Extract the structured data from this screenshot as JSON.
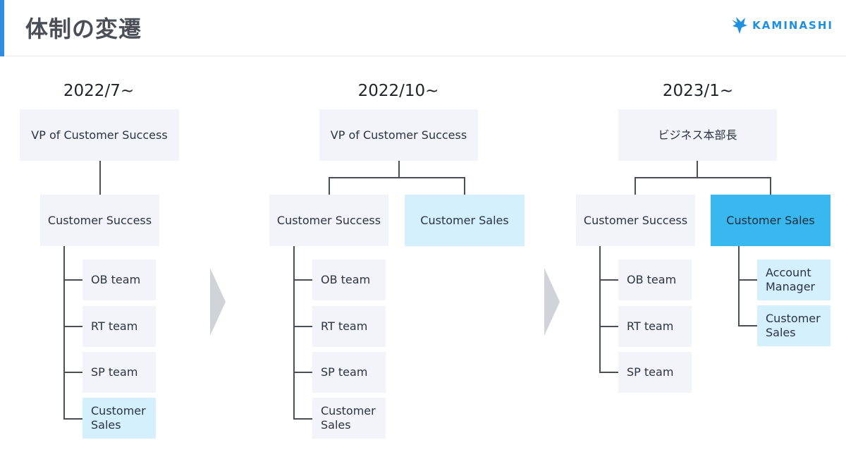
{
  "page": {
    "title": "体制の変遷"
  },
  "logo": {
    "text": "KAMINASHI",
    "icon": "kaminashi-bird-icon",
    "color": "#1f8fe0"
  },
  "colors": {
    "box": "#f2f4fa",
    "highlight": "#d4f0fd",
    "strong": "#38b8ee",
    "line": "#4a4f57",
    "arrow": "#d0d3d8"
  },
  "stages": [
    {
      "period": "2022/7~",
      "top": "VP of Customer Success",
      "divisions": [
        {
          "name": "Customer Success",
          "teams": [
            "OB team",
            "RT team",
            "SP team",
            "Customer Sales"
          ]
        }
      ]
    },
    {
      "period": "2022/10~",
      "top": "VP of Customer Success",
      "divisions": [
        {
          "name": "Customer Success",
          "teams": [
            "OB team",
            "RT team",
            "SP team",
            "Customer Sales"
          ]
        },
        {
          "name": "Customer Sales",
          "teams": []
        }
      ]
    },
    {
      "period": "2023/1~",
      "top": "ビジネス本部長",
      "divisions": [
        {
          "name": "Customer Success",
          "teams": [
            "OB team",
            "RT team",
            "SP team"
          ]
        },
        {
          "name": "Customer Sales",
          "teams": [
            "Account Manager",
            "Customer Sales"
          ]
        }
      ]
    }
  ],
  "transition_arrows": [
    "chevron-right-icon",
    "chevron-right-icon"
  ]
}
